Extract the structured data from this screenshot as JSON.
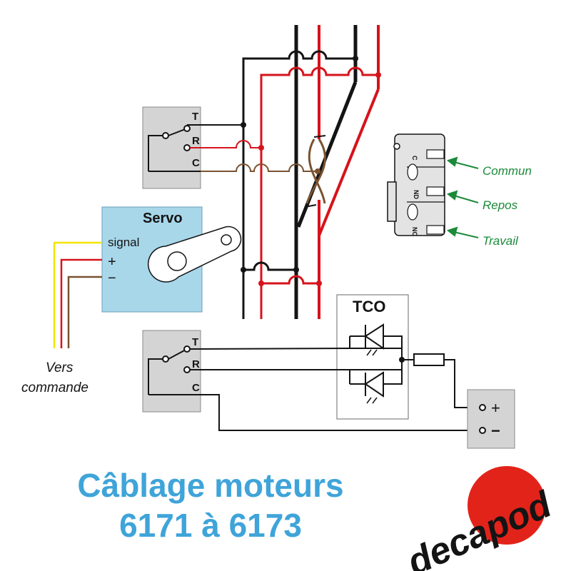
{
  "colors": {
    "black": "#141414",
    "red": "#d6131b",
    "brown": "#7a5230",
    "yellow": "#f2e500",
    "grey_box": "#d4d4d4",
    "servo_blue": "#a8d7ea",
    "green": "#1b8a3a",
    "title_blue": "#3fa4d9",
    "logo_red": "#e2231a"
  },
  "switch_top": {
    "t": "T",
    "r": "R",
    "c": "C"
  },
  "switch_bottom": {
    "t": "T",
    "r": "R",
    "c": "C"
  },
  "servo": {
    "title": "Servo",
    "signal": "signal",
    "plus": "+",
    "minus": "−"
  },
  "vers_commande": {
    "line1": "Vers",
    "line2": "commande"
  },
  "tco": {
    "title": "TCO"
  },
  "power": {
    "plus": "+",
    "minus": "−"
  },
  "microswitch": {
    "pin_c": "C",
    "pin_nd": "ND",
    "pin_nc": "NC",
    "commun": "Commun",
    "repos": "Repos",
    "travail": "Travail"
  },
  "title": {
    "line1": "Câblage moteurs",
    "line2": "6171 à 6173"
  },
  "logo": {
    "text": "decapod"
  }
}
